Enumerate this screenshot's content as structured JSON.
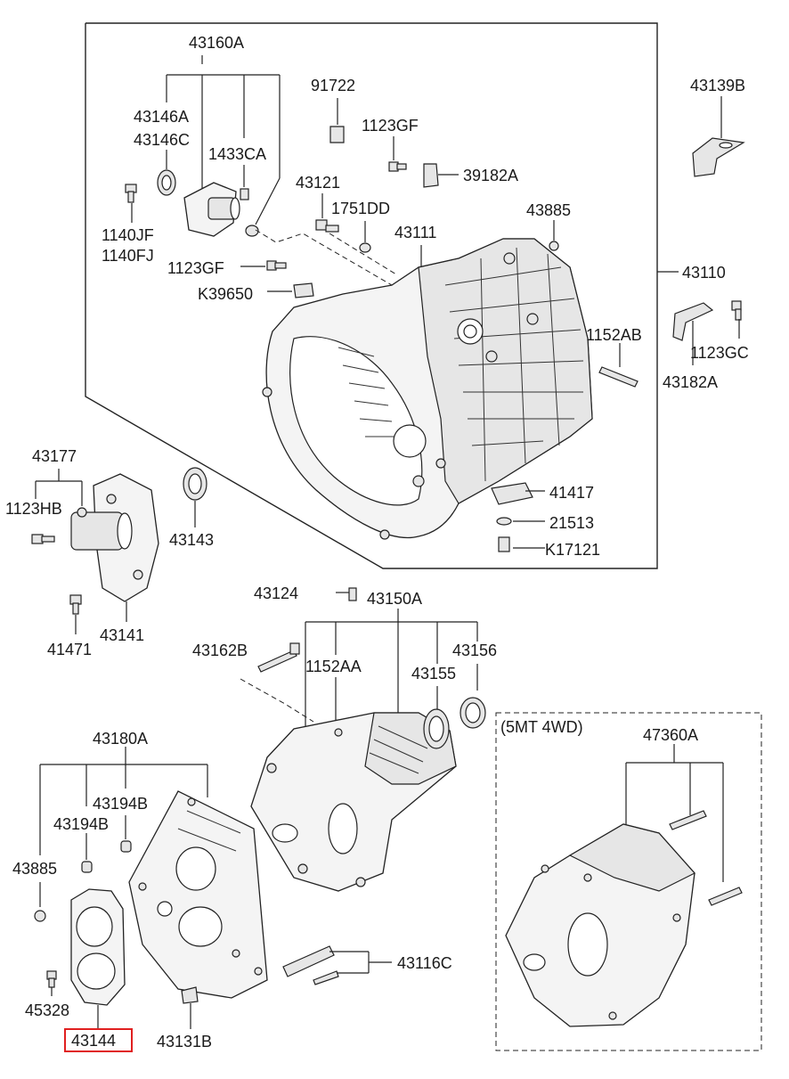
{
  "labels": {
    "l43160A": "43160A",
    "l43146A": "43146A",
    "l43146C": "43146C",
    "l1433CA": "1433CA",
    "l1140JF": "1140JF",
    "l1140FJ": "1140FJ",
    "l1123GF_a": "1123GF",
    "l1123GF_b": "1123GF",
    "lK39650": "K39650",
    "l91722": "91722",
    "l43121": "43121",
    "l1751DD": "1751DD",
    "l43111": "43111",
    "l39182A": "39182A",
    "l43885_a": "43885",
    "l43110": "43110",
    "l43139B": "43139B",
    "l1152AB": "1152AB",
    "l1123GC": "1123GC",
    "l43182A": "43182A",
    "l43177": "43177",
    "l1123HB": "1123HB",
    "l43143": "43143",
    "l41471": "41471",
    "l43141": "43141",
    "l41417": "41417",
    "l21513": "21513",
    "lK17121": "K17121",
    "l43124": "43124",
    "l43150A": "43150A",
    "l43162B": "43162B",
    "l1152AA": "1152AA",
    "l43155": "43155",
    "l43156": "43156",
    "l5mt4wd": "(5MT 4WD)",
    "l47360A": "47360A",
    "l43180A": "43180A",
    "l43194B_a": "43194B",
    "l43194B_b": "43194B",
    "l43885_b": "43885",
    "l45328": "45328",
    "l43144": "43144",
    "l43131B": "43131B",
    "l43116C": "43116C"
  },
  "highlight": {
    "part": "43144",
    "color": "#e02020"
  }
}
